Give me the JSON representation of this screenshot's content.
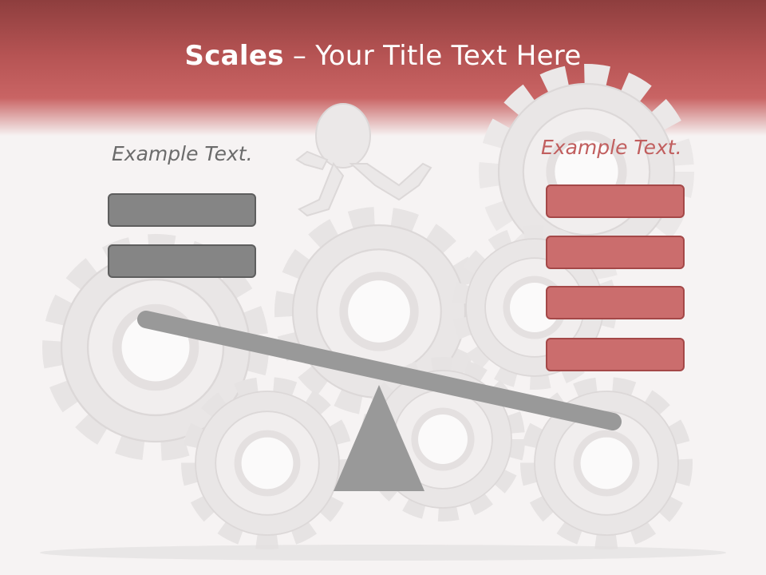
{
  "slide": {
    "title_bold": "Scales",
    "title_rest": " – Your Title Text Here",
    "left_caption": "Example Text.",
    "right_caption": "Example Text."
  },
  "colors": {
    "header": "#b55353",
    "gray_box": "#858585",
    "red_box": "#cb6d6d",
    "seesaw": "#999999",
    "gears": "#e8e5e5"
  },
  "left_boxes": [
    "",
    ""
  ],
  "right_boxes": [
    "",
    "",
    "",
    ""
  ]
}
